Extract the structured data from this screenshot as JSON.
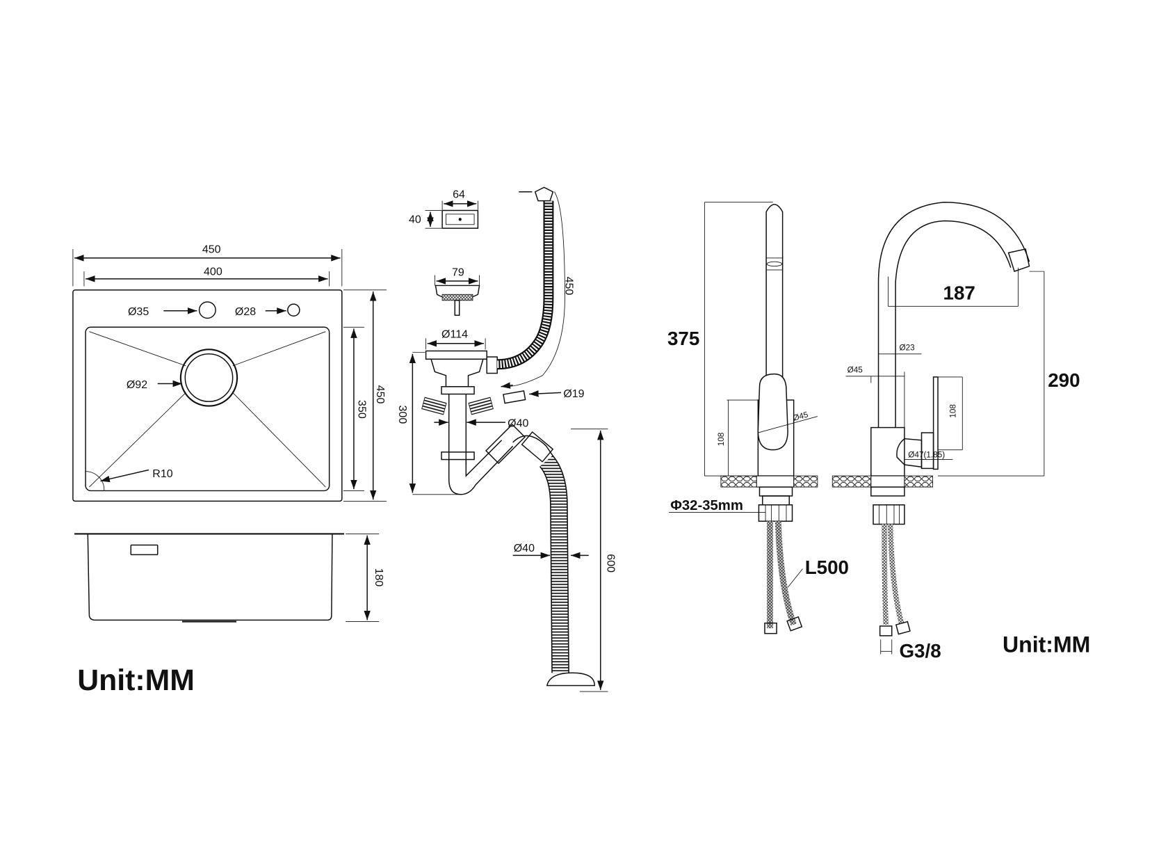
{
  "sink": {
    "top_view": {
      "overall_width": "450",
      "bowl_width": "400",
      "overall_depth": "450",
      "bowl_depth": "350",
      "tap_hole_1": "Ø35",
      "tap_hole_2": "Ø28",
      "drain_hole": "Ø92",
      "corner_radius": "R10"
    },
    "side_view": {
      "height": "180"
    },
    "unit_label": "Unit:MM"
  },
  "drain_kit": {
    "overflow_width": "64",
    "overflow_height": "40",
    "strainer_diameter": "79",
    "drain_diameter": "Ø114",
    "overflow_hose_length": "450",
    "overflow_connector": "Ø19",
    "trap_pipe": "Ø40",
    "trap_height": "300",
    "outlet_hose": "Ø40",
    "outlet_hose_length": "600"
  },
  "faucet": {
    "height": "375",
    "body_height_left": "108",
    "lever_diameter": "Ø45",
    "mount_hole": "Φ32-35mm",
    "hose_length": "L500",
    "reach": "187",
    "spout_height": "290",
    "spout_diameter": "Ø23",
    "body_diameter": "Ø45",
    "body_height_right": "108",
    "handle_diameter": "Ø47(1.85)",
    "thread": "G3/8",
    "unit_label": "Unit:MM"
  }
}
